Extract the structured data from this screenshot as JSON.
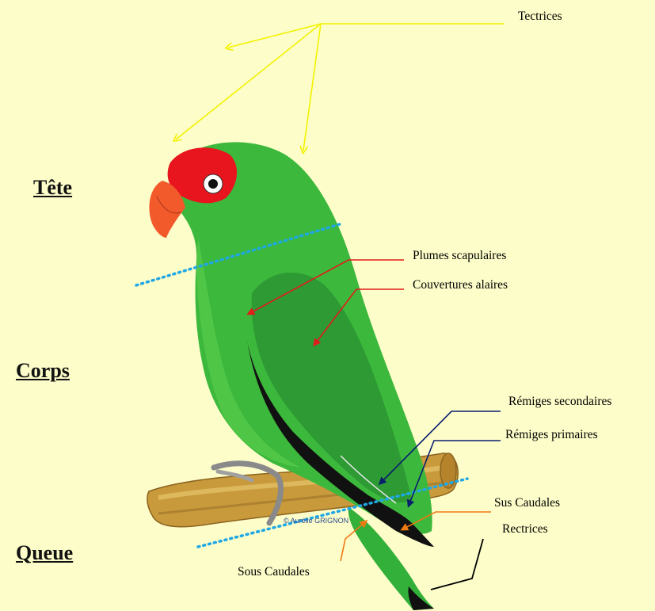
{
  "sections": {
    "head": "Tête",
    "body": "Corps",
    "tail": "Queue"
  },
  "labels": {
    "tectrices": "Tectrices",
    "scapulaires": "Plumes scapulaires",
    "couvertures": "Couvertures alaires",
    "secondaires": "Rémiges secondaires",
    "primaires": "Rémiges primaires",
    "sus_caudales": "Sus Caudales",
    "rectrices": "Rectrices",
    "sous_caudales": "Sous Caudales"
  },
  "credit": "© Aurélie GRIGNON",
  "colors": {
    "background": "#fdfdc9",
    "tectrices_arrows": "#f2f200",
    "wing_arrows": "#e21b1b",
    "remiges_arrows": "#0a1e6e",
    "tail_arrows": "#ef7a12",
    "rectrices_line": "#000000",
    "divider_dots": "#1fa8e6",
    "plumage": "#3cb83c",
    "cap": "#e8141e",
    "beak": "#f25a2c",
    "perch": "#c99a3c"
  }
}
